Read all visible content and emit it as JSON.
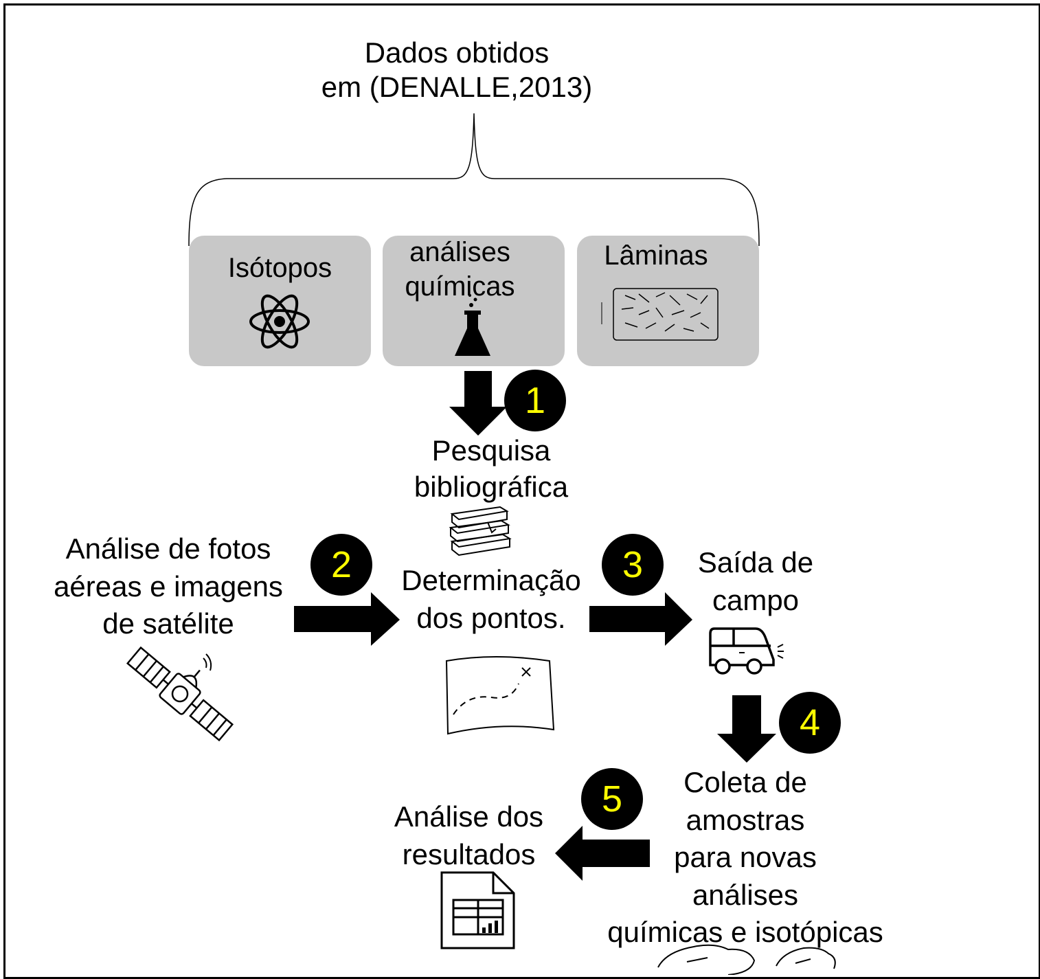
{
  "source": {
    "line1": "Dados obtidos",
    "line2": "em (DENALLE,2013)"
  },
  "boxes": {
    "isotopos": "Isótopos",
    "analises_line1": "análises",
    "analises_line2": "químicas",
    "laminas": "Lâminas"
  },
  "steps": {
    "s1": "1",
    "s2": "2",
    "s3": "3",
    "s4": "4",
    "s5": "5"
  },
  "nodes": {
    "pesquisa_line1": "Pesquisa",
    "pesquisa_line2": "bibliográfica",
    "fotos_line1": "Análise de fotos",
    "fotos_line2": "aéreas e imagens",
    "fotos_line3": "de satélite",
    "determinacao_line1": "Determinação",
    "determinacao_line2": "dos pontos.",
    "saida_line1": "Saída de",
    "saida_line2": "campo",
    "coleta_line1": "Coleta de",
    "coleta_line2": "amostras",
    "coleta_line3": "para novas",
    "coleta_line4": "análises",
    "coleta_line5": "químicas e isotópicas",
    "resultados_line1": "Análise dos",
    "resultados_line2": "resultados"
  },
  "colors": {
    "box_fill": "#c8c8c8",
    "badge_fill": "#000000",
    "badge_text": "#ffff00"
  },
  "icons": [
    "atom-icon",
    "flask-icon",
    "thin-section-slide-icon",
    "books-icon",
    "satellite-icon",
    "map-icon",
    "car-icon",
    "spreadsheet-icon",
    "rocks-icon"
  ]
}
